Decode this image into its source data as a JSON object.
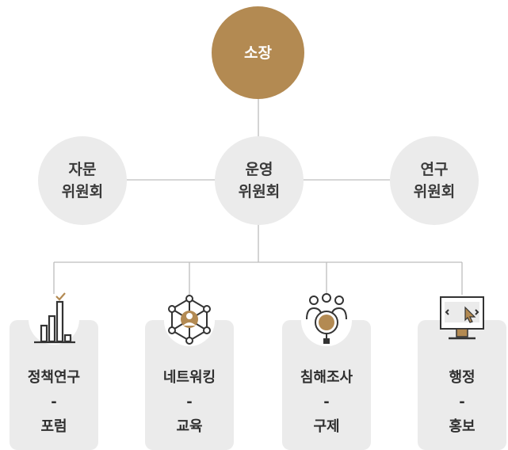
{
  "director": {
    "label": "소장"
  },
  "committees": [
    {
      "line1": "자문",
      "line2": "위원회"
    },
    {
      "line1": "운영",
      "line2": "위원회"
    },
    {
      "line1": "연구",
      "line2": "위원회"
    }
  ],
  "departments": [
    {
      "icon": "bar-chart-icon",
      "line1": "정책연구",
      "dash": "-",
      "line2": "포럼"
    },
    {
      "icon": "network-people-icon",
      "line1": "네트워킹",
      "dash": "-",
      "line2": "교육"
    },
    {
      "icon": "magnifier-people-icon",
      "line1": "침해조사",
      "dash": "-",
      "line2": "구제"
    },
    {
      "icon": "monitor-cursor-icon",
      "line1": "행정",
      "dash": "-",
      "line2": "홍보"
    }
  ],
  "colors": {
    "accent": "#b38a52",
    "node_gray": "#ebebeb",
    "line": "#bdbdbd",
    "text": "#333333"
  }
}
